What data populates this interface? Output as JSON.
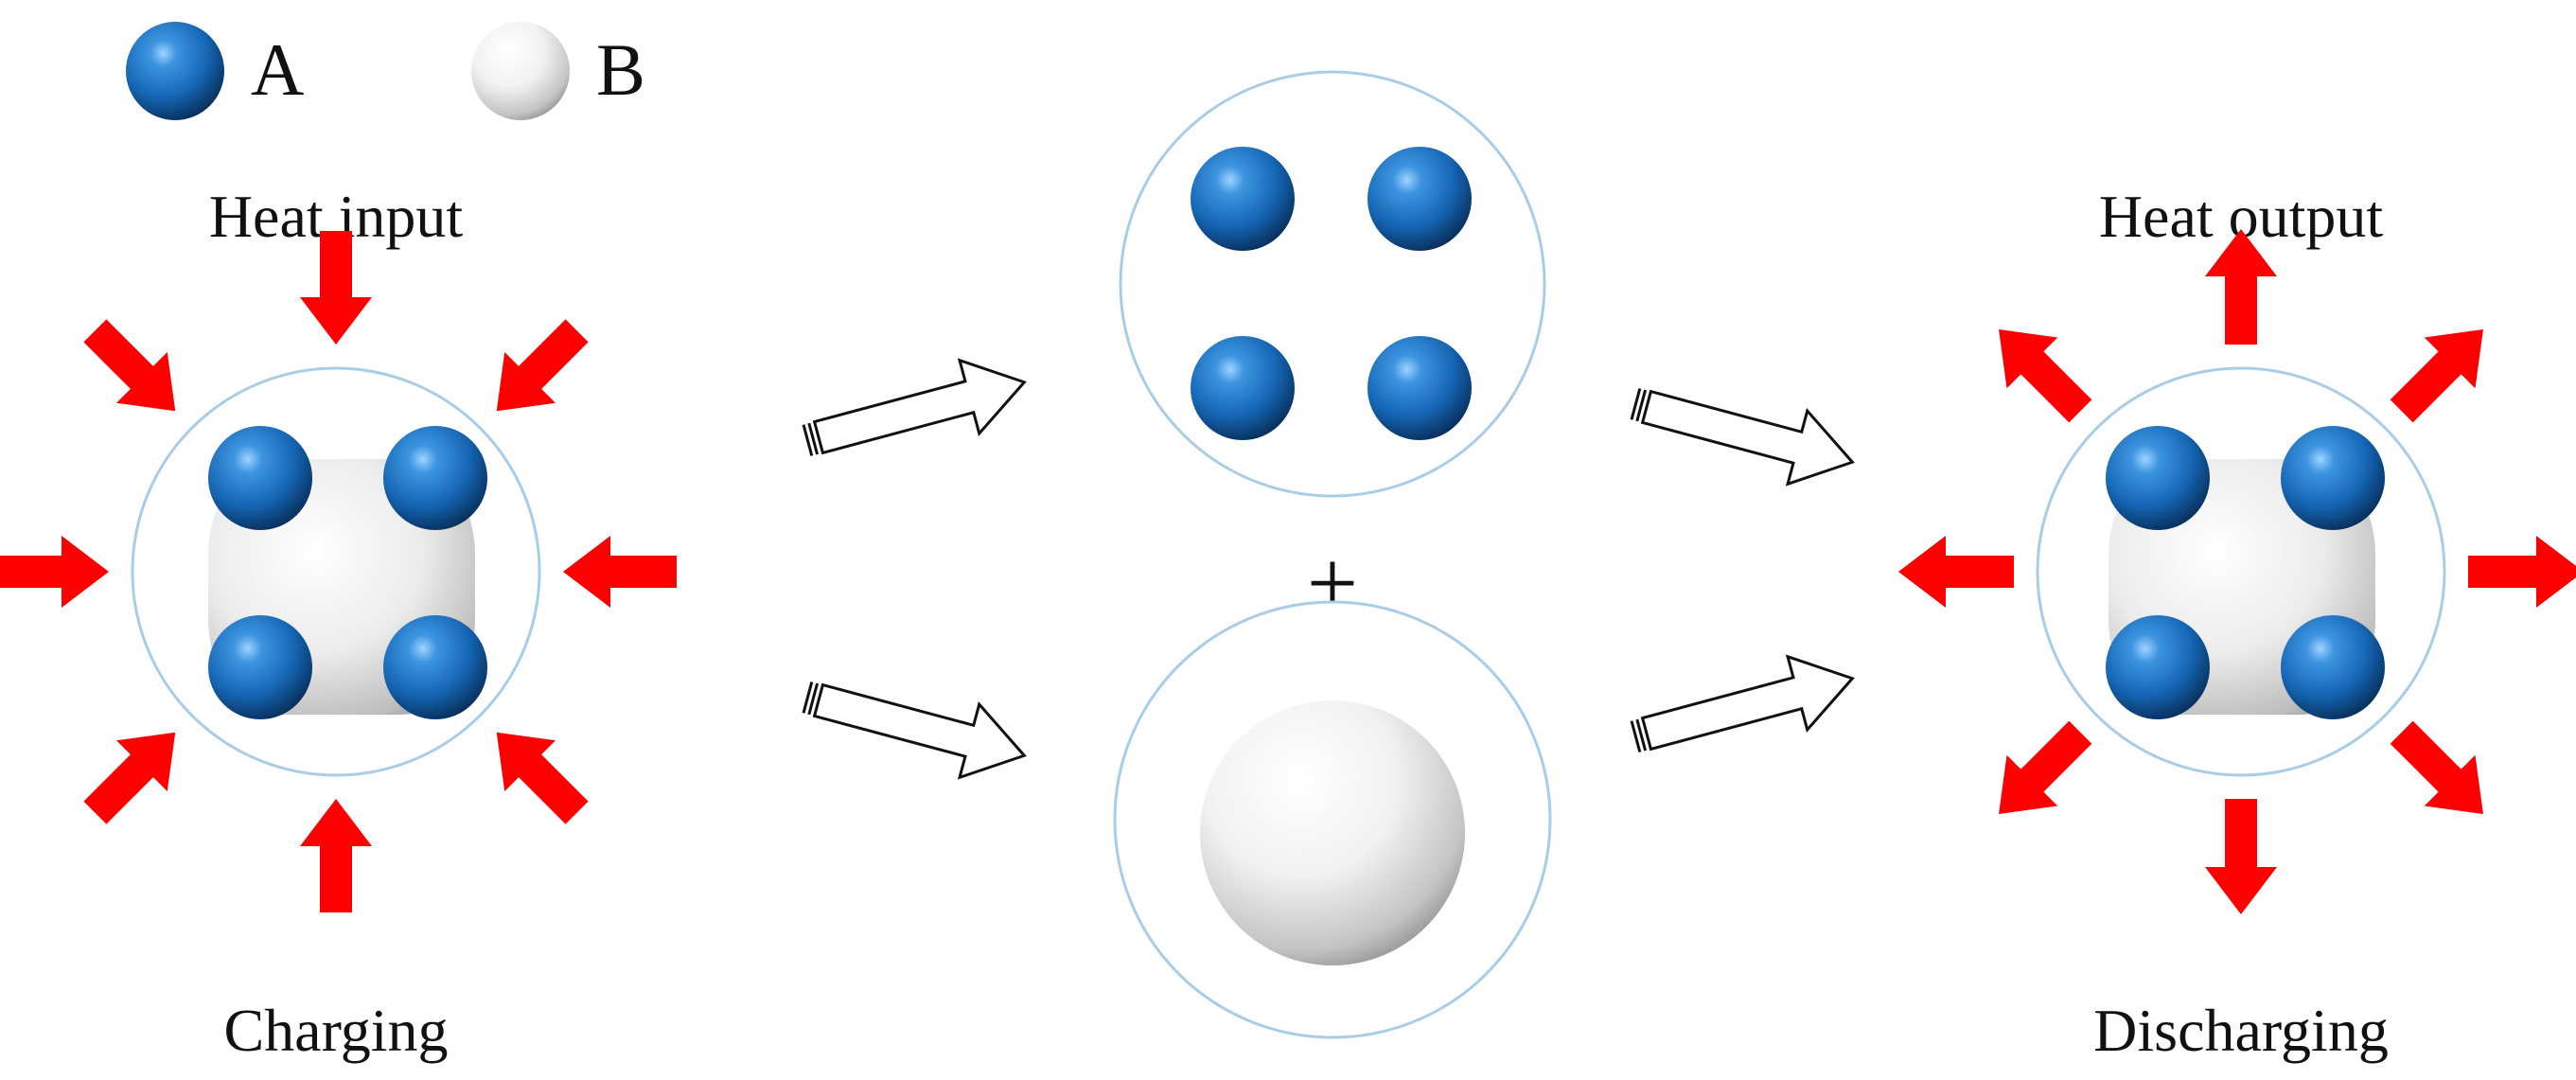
{
  "legend": {
    "items": [
      {
        "key": "A",
        "label": "A",
        "color": "#1e6fb8",
        "shape": "blue-sphere"
      },
      {
        "key": "B",
        "label": "B",
        "color": "#e8e8e8",
        "shape": "white-sphere"
      }
    ]
  },
  "charging": {
    "top_label": "Heat input",
    "bottom_label": "Charging",
    "arrow_direction": "inward",
    "arrow_color": "#ff0000"
  },
  "middle": {
    "plus_sign": "+"
  },
  "discharging": {
    "top_label": "Heat output",
    "bottom_label": "Discharging",
    "arrow_direction": "outward",
    "arrow_color": "#ff0000"
  },
  "colors": {
    "ring": "#a9cde6",
    "process_arrow_outline": "#111111"
  }
}
